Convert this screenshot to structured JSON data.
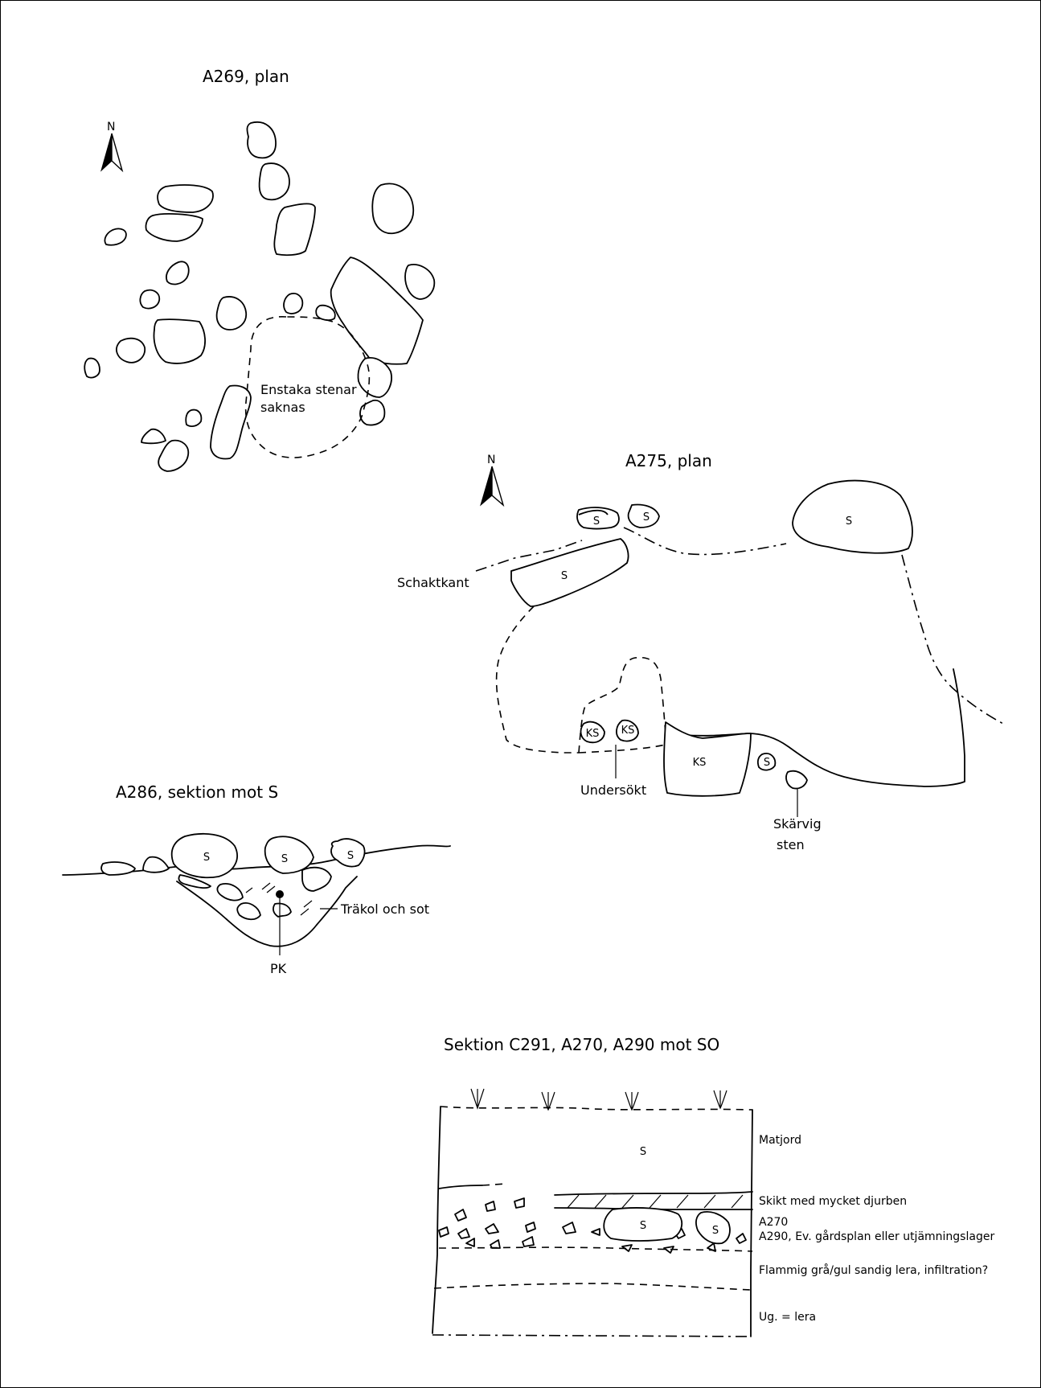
{
  "titles": {
    "a269": "A269, plan",
    "a275": "A275, plan",
    "a286": "A286, sektion mot S",
    "section": "Sektion C291, A270, A290 mot SO"
  },
  "north_label": "N",
  "a269": {
    "note_line1": "Enstaka stenar",
    "note_line2": "saknas"
  },
  "a275": {
    "schaktkant": "Schaktkant",
    "stone": "S",
    "burnt_stone": "KS",
    "undersokt": "Undersökt",
    "skarvig_line1": "Skärvig",
    "skarvig_line2": "sten"
  },
  "a286": {
    "stone": "S",
    "trakol": "Träkol och sot",
    "pk": "PK"
  },
  "section": {
    "stone": "S",
    "layers": [
      "Matjord",
      "Skikt med mycket djurben",
      "A270",
      "A290, Ev. gårdsplan eller utjämningslager",
      "Flammig grå/gul sandig lera, infiltration?",
      "Ug. = lera"
    ]
  }
}
